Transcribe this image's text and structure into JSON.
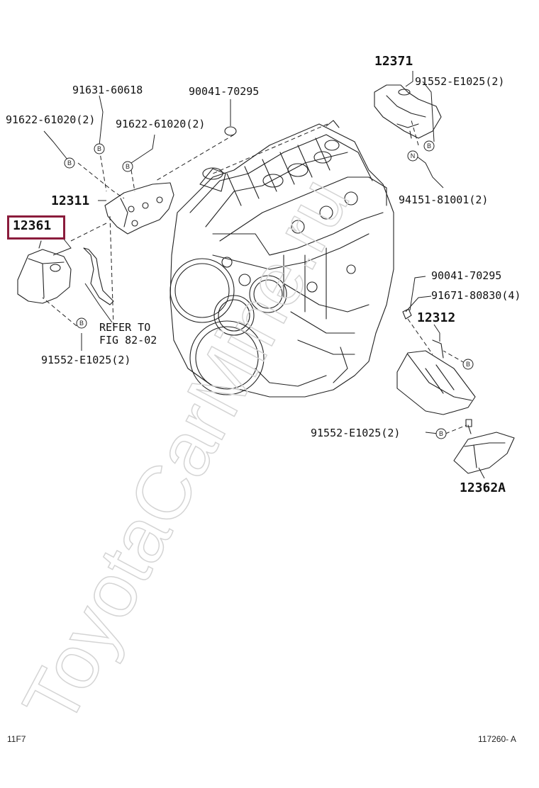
{
  "labels": {
    "p12371": "12371",
    "p91552_top": "91552-E1025(2)",
    "p91631": "91631-60618",
    "p90041_top": "90041-70295",
    "p91622_left": "91622-61020(2)",
    "p91622_right": "91622-61020(2)",
    "p12311": "12311",
    "p12361": "12361",
    "p94151": "94151-81001(2)",
    "p90041_right": "90041-70295",
    "p91671": "91671-80830(4)",
    "p12312": "12312",
    "refer_line1": "REFER TO",
    "refer_line2": "FIG 82-02",
    "p91552_left": "91552-E1025(2)",
    "p91552_mid": "91552-E1025(2)",
    "p12362A": "12362A"
  },
  "markers": {
    "bolt": "B",
    "nut": "N"
  },
  "footer": {
    "left_code": "11F7",
    "right_code": "117260- A"
  },
  "watermark": "ToyotaCarMine.ru",
  "colors": {
    "highlight": "#8b1c3c",
    "line": "#222222",
    "watermark": "#d8d8d8"
  }
}
